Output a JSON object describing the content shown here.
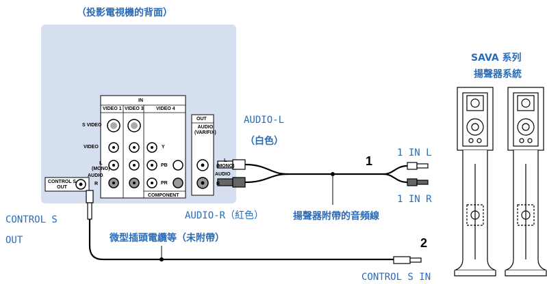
{
  "header": {
    "title": "（投影電視機的背面）"
  },
  "panel": {
    "in_label": "IN",
    "video1": "VIDEO 1",
    "video3": "VIDEO 3",
    "video4": "VIDEO 4",
    "s_video": "S VIDEO",
    "video": "VIDEO",
    "l_mono": "L\n(MONO)",
    "audio": "AUDIO",
    "r": "R",
    "y": "Y",
    "pb": "PB",
    "pr": "PR",
    "component": "COMPONENT",
    "out_label": "OUT",
    "out_audio": "AUDIO\n(VAR/FIX)",
    "out_l": "L\n(MONO)",
    "out_audio2": "AUDIO",
    "out_r": "R",
    "control_s_out_small": "CONTROL S\nOUT"
  },
  "labels": {
    "audio_l": "AUDIO-L",
    "white": "（白色）",
    "audio_r": "AUDIO-R（紅色）",
    "speaker_cable": "揚聲器附帶的音頻線",
    "mini_plug": "微型插頭電纜等（未附帶）",
    "control_s_out_1": "CONTROL S",
    "control_s_out_2": "OUT",
    "in_l": "1 IN L",
    "in_r": "1 IN R",
    "control_s_in": "CONTROL S IN",
    "num1": "1",
    "num2": "2",
    "sava_title": "SAVA 系列",
    "sava_subtitle": "揚聲器系統"
  },
  "colors": {
    "panel": "#d6dff0",
    "label": "#2a6bb8"
  }
}
